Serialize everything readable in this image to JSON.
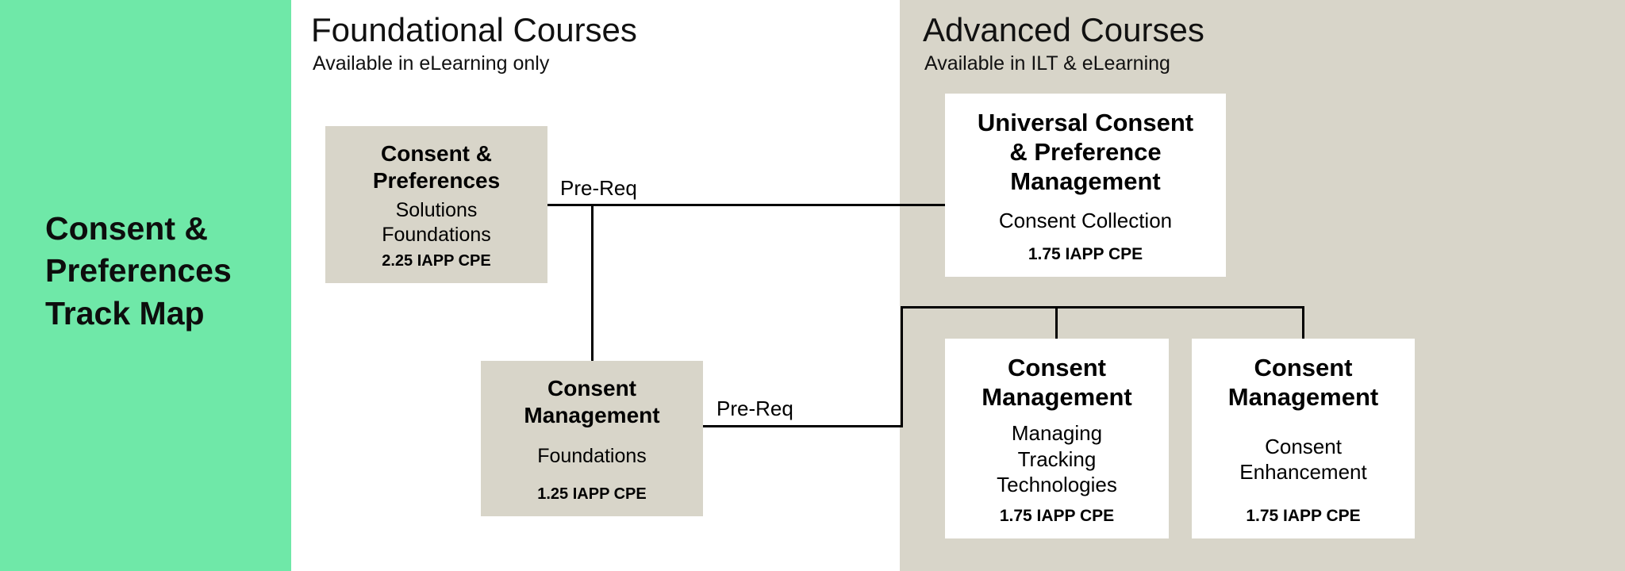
{
  "colors": {
    "sidebar_green": "#6FE8A8",
    "beige": "#D8D5C9",
    "white": "#FFFFFF",
    "line": "#000000"
  },
  "sidebar": {
    "title": "Consent & Preferences Track Map"
  },
  "foundational": {
    "heading": "Foundational Courses",
    "subheading": "Available in eLearning only",
    "courses": [
      {
        "title": "Consent & Preferences",
        "subtitle": "Solutions Foundations",
        "cpe": "2.25 IAPP CPE"
      },
      {
        "title": "Consent Management",
        "subtitle": "Foundations",
        "cpe": "1.25 IAPP CPE"
      }
    ]
  },
  "advanced": {
    "heading": "Advanced Courses",
    "subheading": "Available in ILT & eLearning",
    "courses": [
      {
        "title": "Universal Consent & Preference Management",
        "subtitle": "Consent Collection",
        "cpe": "1.75 IAPP CPE"
      },
      {
        "title": "Consent Management",
        "subtitle": "Managing Tracking Technologies",
        "cpe": "1.75 IAPP CPE"
      },
      {
        "title": "Consent Management",
        "subtitle": "Consent Enhancement",
        "cpe": "1.75 IAPP CPE"
      }
    ]
  },
  "connectors": {
    "labels": [
      "Pre-Req",
      "Pre-Req"
    ]
  }
}
